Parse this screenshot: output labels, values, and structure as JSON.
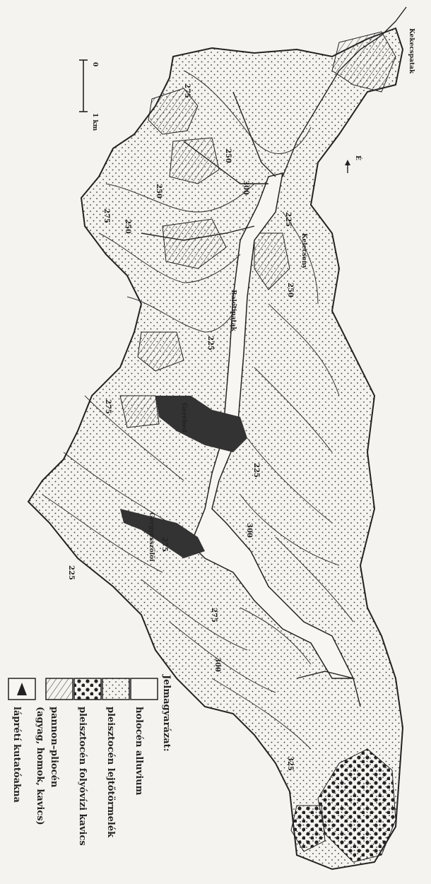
{
  "legend": {
    "title": "Jelmagyarázat:",
    "items": [
      {
        "pattern": "alluvium",
        "label": "holocén alluvium"
      },
      {
        "pattern": "dots-small",
        "label": "pleisztocén lejtőtörmelék"
      },
      {
        "pattern": "dots-large",
        "label": "pleisztocén folyóvízi kavics"
      },
      {
        "pattern": "hatch",
        "label": "pannon–pliocén"
      },
      {
        "pattern": "none",
        "label": "(agyag, homok, kavics)"
      },
      {
        "pattern": "shaft",
        "label": "láprétí kutatóakna"
      }
    ]
  },
  "scale": {
    "zero": "0",
    "end": "1 km"
  },
  "north": "É",
  "places": {
    "kekecspatak": "Kekecspatak",
    "kelecseny": "Kelecseny",
    "baloti_patak": "Balotipatak",
    "gerebed": "Gerebed",
    "gegyeszoloi": "Gergyesszőlői"
  },
  "contours": {
    "c1": "275",
    "c2": "250",
    "c3": "300",
    "c4": "275",
    "c5": "250",
    "c6": "225",
    "c7": "250",
    "c8": "225",
    "c9": "275",
    "c10": "225",
    "c11": "300",
    "c12": "225",
    "c13": "275",
    "c14": "300",
    "c15": "250",
    "c16": "325",
    "c17": "275"
  },
  "colors": {
    "ink": "#222222",
    "paper": "#f4f3ef",
    "settlement": "#333333"
  }
}
